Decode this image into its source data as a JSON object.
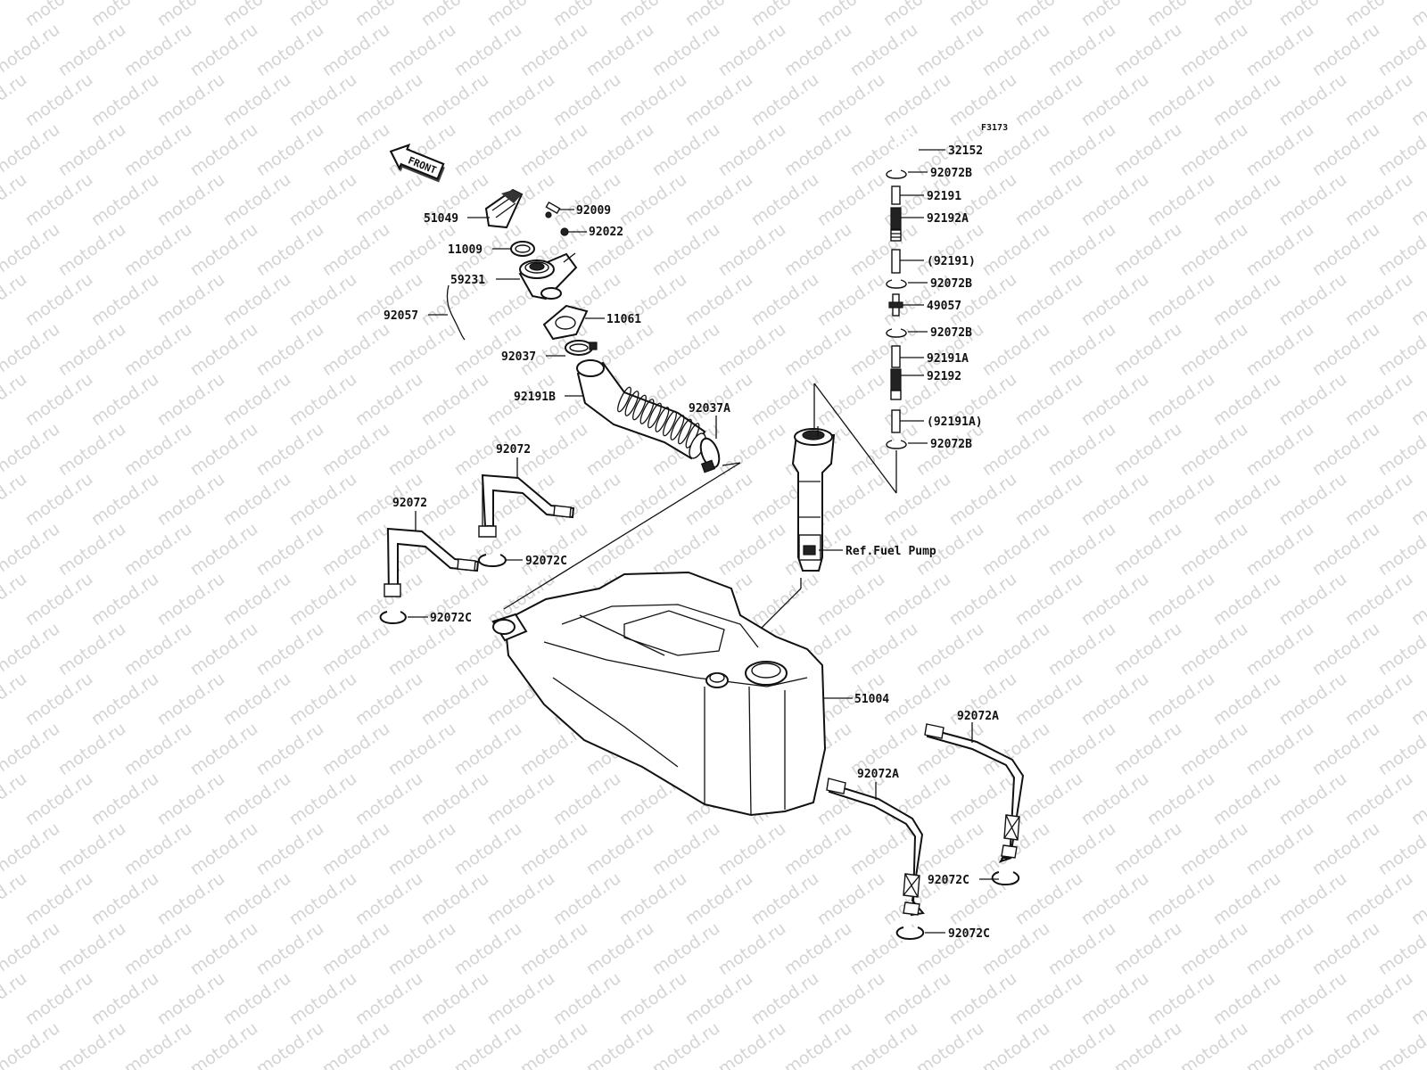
{
  "watermark": "motod.ru",
  "figure_code": "F3173",
  "front_arrow_label": "FRONT",
  "ref_note": "Ref.Fuel Pump",
  "callouts": {
    "c51049": "51049",
    "c92009": "92009",
    "c92022": "92022",
    "c11009": "11009",
    "c59231": "59231",
    "c11061": "11061",
    "c92057": "92057",
    "c92037": "92037",
    "c92191B": "92191B",
    "c92037A": "92037A",
    "c92072_upper": "92072",
    "c92072_lower": "92072",
    "c92072C_a": "92072C",
    "c92072C_b": "92072C",
    "c92072C_c": "92072C",
    "c92072C_d": "92072C",
    "c32152": "32152",
    "c92072B_a": "92072B",
    "c92191": "92191",
    "c92192A": "92192A",
    "c92191_paren": "(92191)",
    "c92072B_b": "92072B",
    "c49057": "49057",
    "c92072B_c": "92072B",
    "c92191A": "92191A",
    "c92192": "92192",
    "c92191A_paren": "(92191A)",
    "c92072B_d": "92072B",
    "c51004": "51004",
    "c92072A_right": "92072A",
    "c92072A_left": "92072A"
  }
}
